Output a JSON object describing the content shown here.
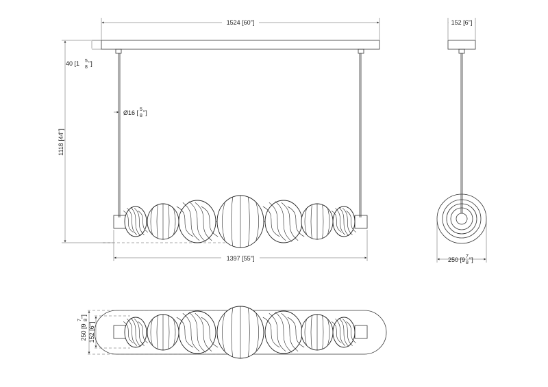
{
  "dimensions": {
    "canopy_length": "1524 [60\"]",
    "canopy_width": "152 [6\"]",
    "canopy_height": "40 [1",
    "canopy_height_frac_num": "5",
    "canopy_height_frac_den": "8",
    "canopy_height_suffix": "\"]",
    "rod_diameter": "Ø16 [",
    "rod_diameter_frac_num": "5",
    "rod_diameter_frac_den": "8",
    "rod_diameter_suffix": "\"]",
    "overall_height": "1118 [44\"]",
    "fixture_length": "1397 [55\"]",
    "fixture_depth": "250 [9",
    "fixture_depth_frac_num": "7",
    "fixture_depth_frac_den": "8",
    "fixture_depth_suffix": "\"]",
    "plan_depth": "250 [9",
    "plan_depth_frac_num": "7",
    "plan_depth_frac_den": "8",
    "plan_depth_suffix": "\"]",
    "plan_width": "152 [6\"]"
  },
  "views": [
    "front-elevation",
    "side-elevation",
    "plan-view"
  ]
}
